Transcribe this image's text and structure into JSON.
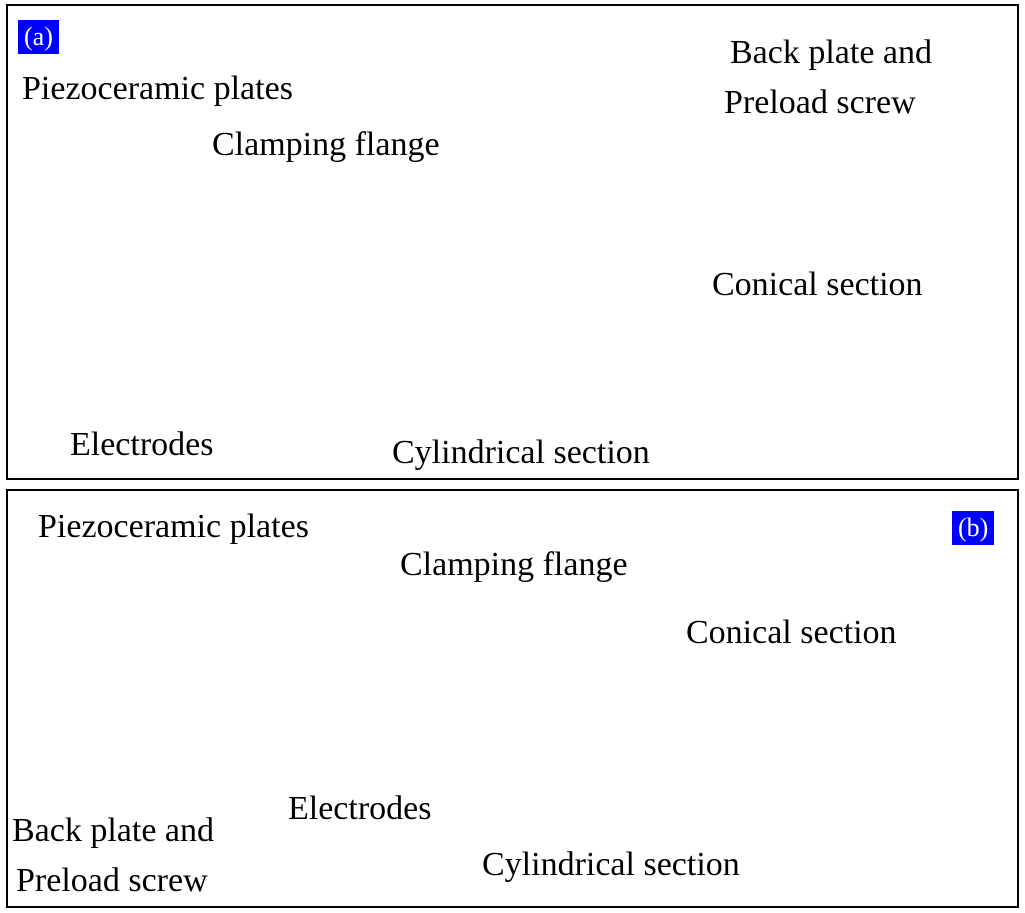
{
  "panels": [
    {
      "badge": "(a)",
      "labels": {
        "piezo": "Piezoceramic plates",
        "flange": "Clamping flange",
        "back_plate_1": "Back plate and",
        "back_plate_2": "Preload screw",
        "conical": "Conical section",
        "electrodes": "Electrodes",
        "cylindrical": "Cylindrical section"
      }
    },
    {
      "badge": "(b)",
      "labels": {
        "piezo": "Piezoceramic plates",
        "flange": "Clamping flange",
        "conical": "Conical section",
        "electrodes": "Electrodes",
        "back_plate_1": "Back plate and",
        "back_plate_2": "Preload screw",
        "cylindrical": "Cylindrical section"
      }
    }
  ],
  "colors": {
    "metal": "#a9a9ab",
    "metal_dark": "#6e6e70",
    "piezo": "#f2b9a8",
    "electrode": "#3aa65a",
    "arrow": "#ff0000",
    "dash_box": "#22aa44",
    "badge": "#0000ff"
  }
}
